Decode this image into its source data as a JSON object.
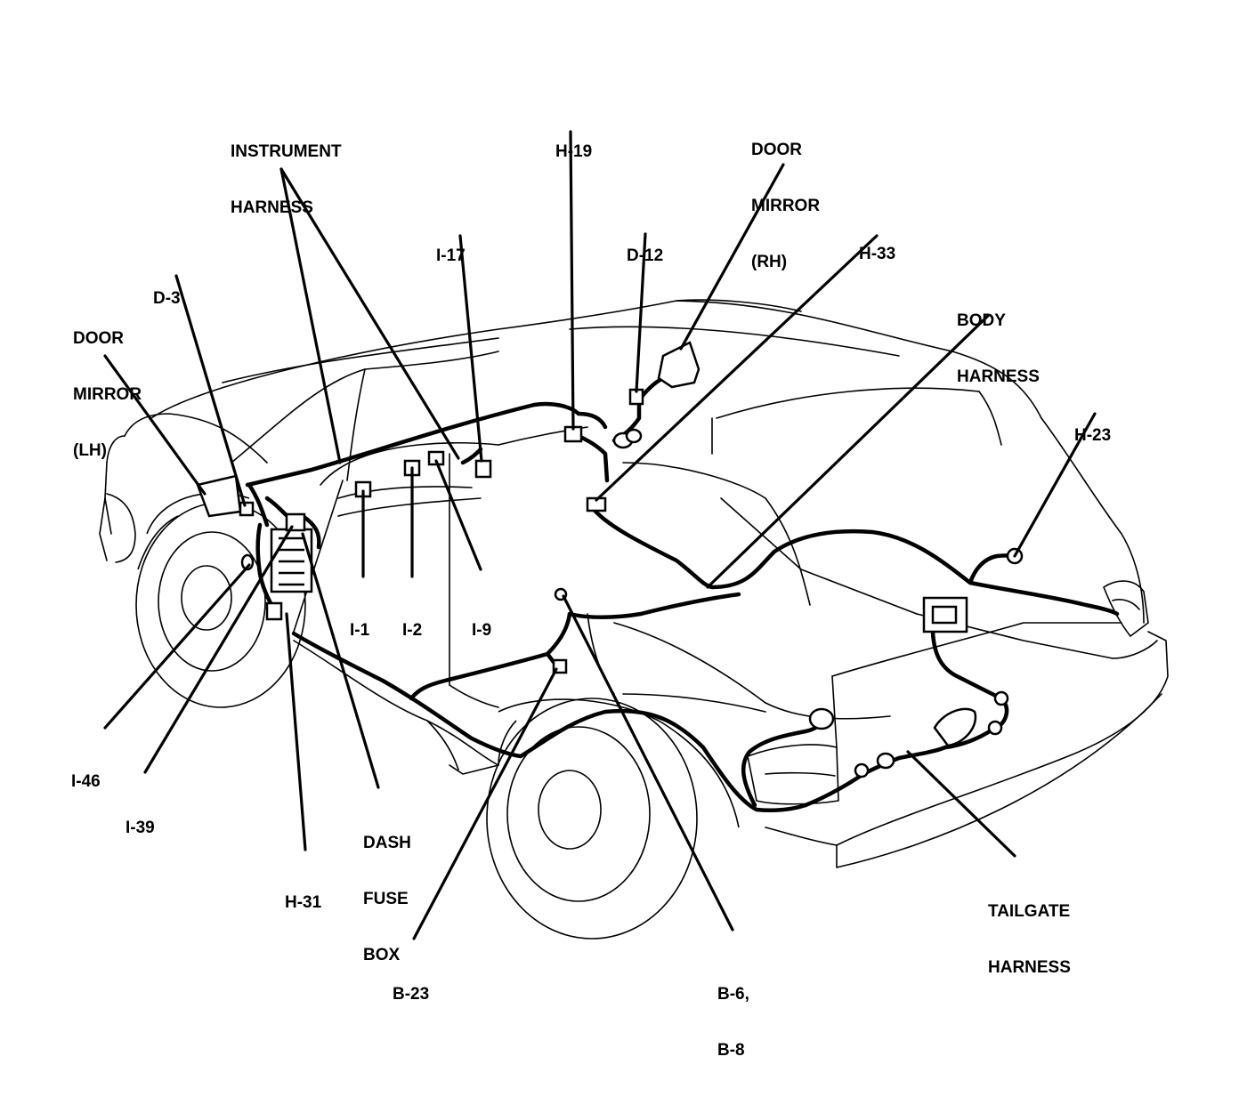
{
  "title": "",
  "colors": {
    "ink": "#000000",
    "paper": "#ffffff"
  },
  "labels": {
    "instrument_harness": [
      "INSTRUMENT",
      "HARNESS"
    ],
    "door_mirror_lh": [
      "DOOR",
      "MIRROR",
      "(LH)"
    ],
    "door_mirror_rh": [
      "DOOR",
      "MIRROR",
      "(RH)"
    ],
    "body_harness": [
      "BODY",
      "HARNESS"
    ],
    "tailgate_harness": [
      "TAILGATE",
      "HARNESS"
    ],
    "dash_fuse_box": [
      "DASH",
      "FUSE",
      "BOX"
    ],
    "d3": "D-3",
    "d12": "D-12",
    "i17": "I-17",
    "h19": "H-19",
    "h33": "H-33",
    "h23": "H-23",
    "i1": "I-1",
    "i2": "I-2",
    "i9": "I-9",
    "i46": "I-46",
    "i39": "I-39",
    "h31": "H-31",
    "b23": "B-23",
    "b6_b8": [
      "B-6,",
      "B-8"
    ]
  }
}
